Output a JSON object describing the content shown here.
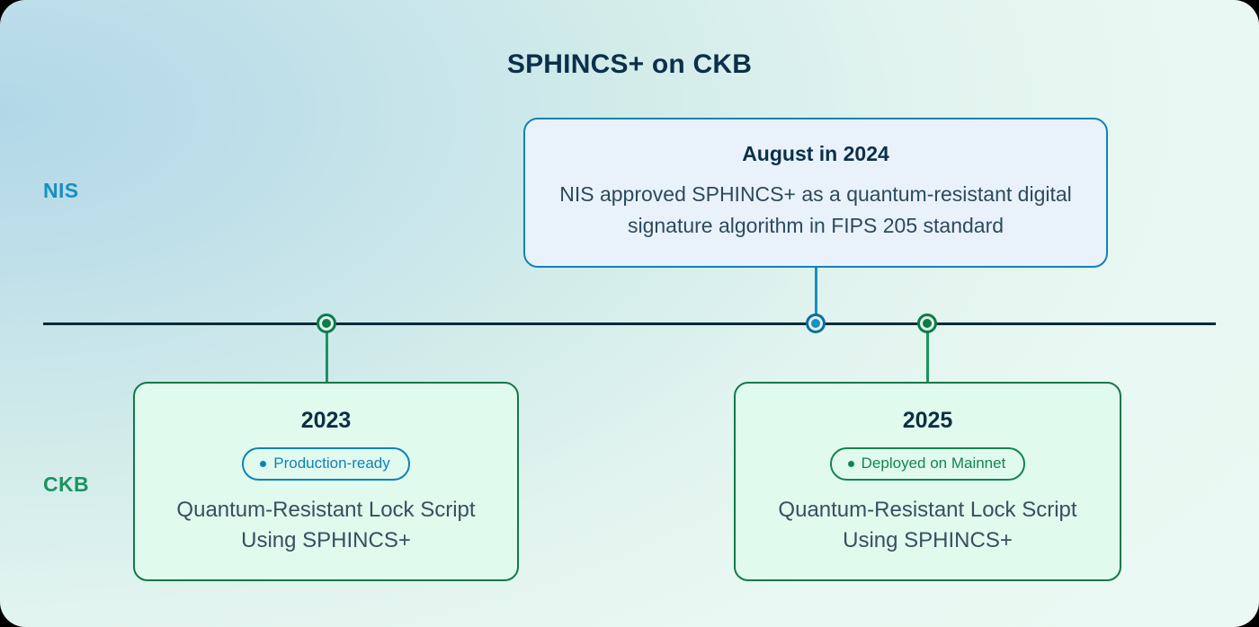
{
  "page": {
    "title": "SPHINCS+ on CKB",
    "background_from": "#b2d8e8",
    "background_to": "#eaf9f3",
    "axis_color": "#07293a"
  },
  "lanes": {
    "nis": {
      "label": "NIS",
      "color": "#1690bf"
    },
    "ckb": {
      "label": "CKB",
      "color": "#1a9461"
    }
  },
  "nis_event": {
    "title": "August in 2024",
    "body": "NIS approved SPHINCS+ as a quantum-resistant digital signature algorithm in FIPS 205 standard",
    "border_color": "#1083b5",
    "fill_color": "#e9f2fb",
    "marker_color": "#1690bf"
  },
  "ckb_events": [
    {
      "year": "2023",
      "badge": "Production-ready",
      "badge_color": "#0d82b8",
      "body": "Quantum-Resistant Lock Script Using SPHINCS+",
      "border_color": "#0f7a4a",
      "fill_color": "#e1faee",
      "marker_color": "#0f7a4a"
    },
    {
      "year": "2025",
      "badge": "Deployed on Mainnet",
      "badge_color": "#13844f",
      "body": "Quantum-Resistant Lock Script Using SPHINCS+",
      "border_color": "#0f7a4a",
      "fill_color": "#e1faee",
      "marker_color": "#0f7a4a"
    }
  ]
}
